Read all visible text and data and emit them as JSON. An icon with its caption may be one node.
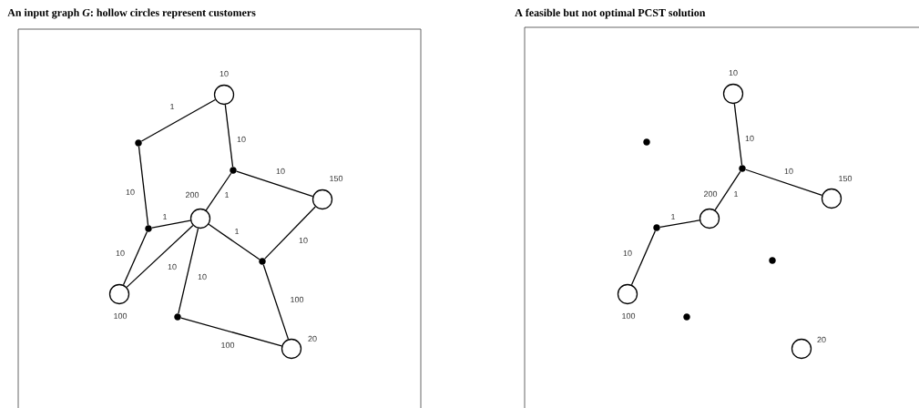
{
  "diagram": {
    "nodes": [
      {
        "text": [
          "An input graph *G*: hollow circles represent customers"
        ]
      },
      {
        "text": [],
        "shape": "circle",
        "beside": [
          "10"
        ],
        "in": 0
      },
      {
        "text": [],
        "shape": "dot",
        "in": 0
      },
      {
        "text": [],
        "shape": "dot",
        "in": 0
      },
      {
        "text": [],
        "shape": "circle",
        "beside": [
          "150"
        ],
        "in": 0
      },
      {
        "text": [],
        "shape": "circle",
        "beside": [
          "200"
        ],
        "in": 0
      },
      {
        "text": [],
        "shape": "dot",
        "in": 0
      },
      {
        "text": [],
        "shape": "dot",
        "in": 0
      },
      {
        "text": [],
        "shape": "circle",
        "beside": [
          "100"
        ],
        "in": 0
      },
      {
        "text": [],
        "shape": "dot",
        "in": 0
      },
      {
        "text": [],
        "shape": "circle",
        "beside": [
          "20"
        ],
        "in": 0
      },
      {
        "text": [
          "A feasible but not optimal PCST solution"
        ]
      },
      {
        "text": [],
        "shape": "circle",
        "beside": [
          "10"
        ],
        "in": 11
      },
      {
        "text": [],
        "shape": "dot",
        "in": 11
      },
      {
        "text": [],
        "shape": "dot",
        "in": 11
      },
      {
        "text": [],
        "shape": "circle",
        "beside": [
          "150"
        ],
        "in": 11
      },
      {
        "text": [],
        "shape": "circle",
        "beside": [
          "200"
        ],
        "in": 11
      },
      {
        "text": [],
        "shape": "dot",
        "in": 11
      },
      {
        "text": [],
        "shape": "dot",
        "in": 11
      },
      {
        "text": [],
        "shape": "circle",
        "beside": [
          "100"
        ],
        "in": 11
      },
      {
        "text": [],
        "shape": "dot",
        "in": 11
      },
      {
        "text": [],
        "shape": "circle",
        "beside": [
          "20"
        ],
        "in": 11
      }
    ],
    "edges": [
      {
        "from": 1,
        "to": 2,
        "arrow": "none",
        "label": "1"
      },
      {
        "from": 1,
        "to": 3,
        "arrow": "none",
        "label": "10"
      },
      {
        "from": 3,
        "to": 5,
        "arrow": "none",
        "label": "1"
      },
      {
        "from": 3,
        "to": 4,
        "arrow": "none",
        "label": "10"
      },
      {
        "from": 2,
        "to": 6,
        "arrow": "none",
        "label": "10"
      },
      {
        "from": 6,
        "to": 5,
        "arrow": "none",
        "label": "1"
      },
      {
        "from": 6,
        "to": 8,
        "arrow": "none",
        "label": "10"
      },
      {
        "from": 5,
        "to": 8,
        "arrow": "none",
        "label": "10"
      },
      {
        "from": 5,
        "to": 9,
        "arrow": "none",
        "label": "10"
      },
      {
        "from": 5,
        "to": 7,
        "arrow": "none",
        "label": "1"
      },
      {
        "from": 4,
        "to": 7,
        "arrow": "none",
        "label": "10"
      },
      {
        "from": 7,
        "to": 10,
        "arrow": "none",
        "label": "100"
      },
      {
        "from": 9,
        "to": 10,
        "arrow": "none",
        "label": "100"
      },
      {
        "from": 12,
        "to": 14,
        "arrow": "none",
        "label": "10"
      },
      {
        "from": 14,
        "to": 15,
        "arrow": "none",
        "label": "10"
      },
      {
        "from": 14,
        "to": 16,
        "arrow": "none",
        "label": "1"
      },
      {
        "from": 17,
        "to": 16,
        "arrow": "none",
        "label": "1"
      },
      {
        "from": 17,
        "to": 19,
        "arrow": "none",
        "label": "10"
      }
    ]
  }
}
